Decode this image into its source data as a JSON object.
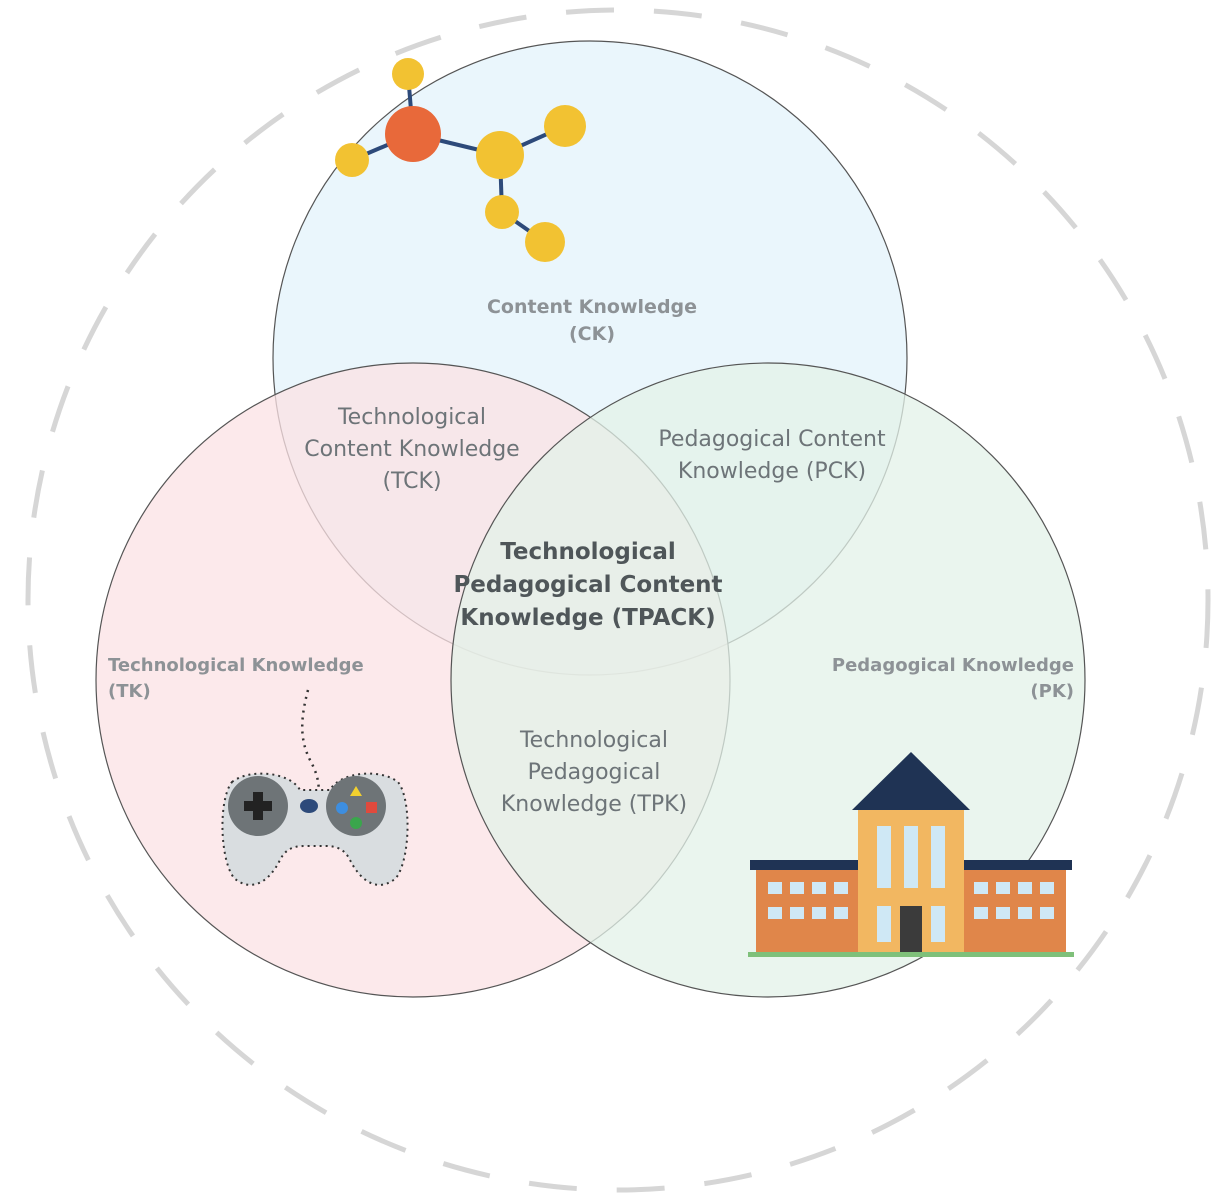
{
  "diagram": {
    "circles": {
      "content": {
        "color": "#e6f5fb",
        "stroke": "#555555"
      },
      "technology": {
        "color": "#fbe1e4",
        "stroke": "#555555"
      },
      "pedagogy": {
        "color": "#e3f1e8",
        "stroke": "#555555"
      }
    },
    "outer_ring_color": "#d6d6d6",
    "labels": {
      "ck": {
        "line1": "Content Knowledge",
        "line2": "(CK)"
      },
      "tk": {
        "line1": "Technological Knowledge",
        "line2": "(TK)"
      },
      "pk": {
        "line1": "Pedagogical Knowledge",
        "line2": "(PK)"
      },
      "tck": {
        "line1": "Technological",
        "line2": "Content Knowledge",
        "line3": "(TCK)"
      },
      "pck": {
        "line1": "Pedagogical Content",
        "line2": "Knowledge (PCK)"
      },
      "tpk": {
        "line1": "Technological",
        "line2": "Pedagogical",
        "line3": "Knowledge (TPK)"
      },
      "tpack": {
        "line1": "Technological",
        "line2": "Pedagogical Content",
        "line3": "Knowledge (TPACK)"
      }
    },
    "icons": {
      "content": "molecule-icon",
      "technology": "game-controller-icon",
      "pedagogy": "school-building-icon"
    }
  }
}
